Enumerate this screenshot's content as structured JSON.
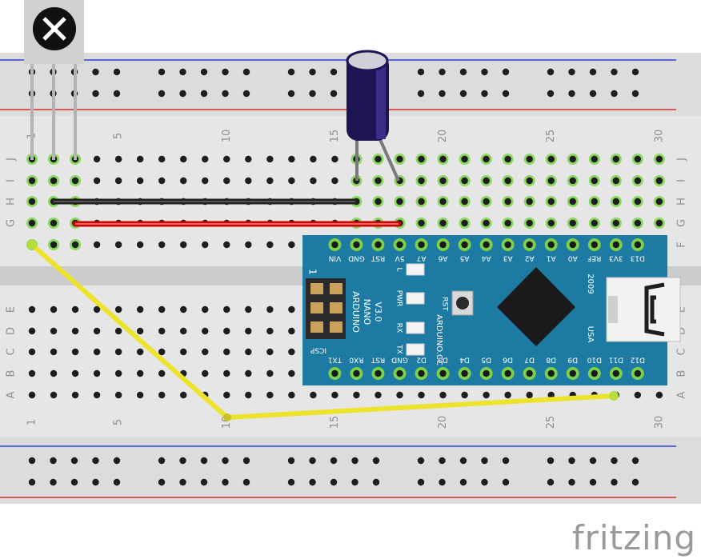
{
  "breadboard": {
    "column_numbers": [
      "1",
      "5",
      "10",
      "15",
      "20",
      "25",
      "30"
    ],
    "top_row_letters": [
      "J",
      "I",
      "H",
      "G",
      "F"
    ],
    "bottom_row_letters": [
      "E",
      "D",
      "C",
      "B",
      "A"
    ]
  },
  "arduino": {
    "board_name_lines": [
      "ARDUINO",
      "NANO",
      "V3.0"
    ],
    "website": "ARDUINO.CC",
    "year": "2009",
    "country": "USA",
    "icsp_label": "ICSP",
    "icsp_pin_one": "1",
    "rst_button_label": "RST",
    "led_labels": [
      "L",
      "PWR",
      "RX",
      "TX"
    ],
    "top_pins": [
      "VIN",
      "GND",
      "RST",
      "5V",
      "A7",
      "A6",
      "A5",
      "A4",
      "A3",
      "A2",
      "A1",
      "A0",
      "REF",
      "3V3",
      "D13"
    ],
    "bottom_pins": [
      "TX1",
      "RX0",
      "RST",
      "GND",
      "D2",
      "D3",
      "D4",
      "D5",
      "D6",
      "D7",
      "D8",
      "D9",
      "D10",
      "D11",
      "D12"
    ]
  },
  "colors": {
    "board_blue": "#1c7aa3",
    "wire_yellow": "#ece32a",
    "wire_red": "#cc0000",
    "wire_black": "#222222",
    "rail_red": "#d62b2b",
    "rail_blue": "#2b3fd6",
    "highlight_green": "#7bd24a"
  },
  "components": [
    "sensor-icon",
    "capacitor-icon"
  ],
  "watermark": "fritzing"
}
